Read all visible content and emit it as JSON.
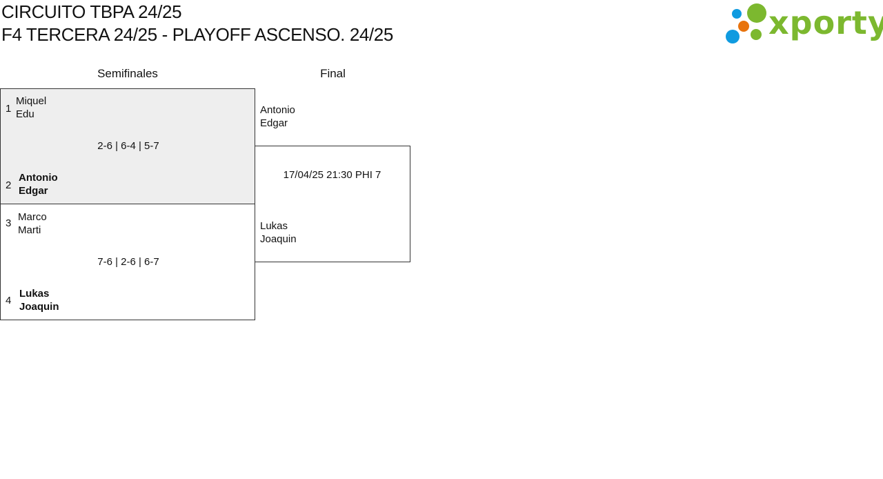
{
  "header": {
    "title_1": "CIRCUITO TBPA 24/25",
    "title_2": "F4 TERCERA 24/25 - PLAYOFF ASCENSO. 24/25"
  },
  "logo": {
    "text": "xporty",
    "colors": {
      "green": "#7cb82f",
      "blue": "#0f9be0",
      "orange": "#e8730d"
    }
  },
  "rounds": [
    {
      "label": "Semifinales"
    },
    {
      "label": "Final"
    }
  ],
  "semifinals": [
    {
      "score": "2-6 | 6-4 | 5-7",
      "top": {
        "seed": "1",
        "player_1": "Miquel",
        "player_2": "Edu",
        "winner": false
      },
      "bottom": {
        "seed": "2",
        "player_1": "Antonio",
        "player_2": "Edgar",
        "winner": true
      }
    },
    {
      "score": "7-6 | 2-6 | 6-7",
      "top": {
        "seed": "3",
        "player_1": "Marco",
        "player_2": "Marti",
        "winner": false
      },
      "bottom": {
        "seed": "4",
        "player_1": "Lukas",
        "player_2": "Joaquin",
        "winner": true
      }
    }
  ],
  "final": {
    "info": "17/04/25 21:30 PHI 7",
    "top": {
      "player_1": "Antonio",
      "player_2": "Edgar"
    },
    "bottom": {
      "player_1": "Lukas",
      "player_2": "Joaquin"
    }
  }
}
